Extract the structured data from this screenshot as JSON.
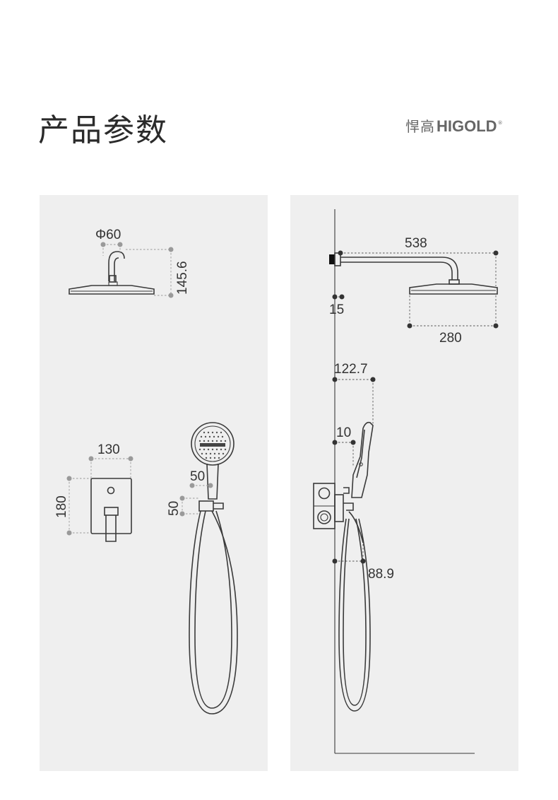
{
  "page_title": "产品参数",
  "brand": {
    "chinese": "悍高",
    "latin": "HIGOLD",
    "registered_mark": "®"
  },
  "left_panel": {
    "head_shower_dimensions": {
      "diameter": "Φ60",
      "height": "145.6"
    },
    "valve_box_dimensions": {
      "width": "130",
      "height": "180"
    },
    "hand_shower_dimensions": {
      "horizontal": "50",
      "vertical": "50"
    }
  },
  "right_panel": {
    "arm_length": "538",
    "wall_offset": "15",
    "head_width": "280",
    "hand_holder_reach": "122.7",
    "holder_offset": "10",
    "valve_depth": "88.9"
  },
  "colors": {
    "panel_background": "#efefef",
    "line": "#3a3a3a",
    "dimension_marker": "#9a9a9a",
    "dimension_marker_dark": "#333333"
  }
}
